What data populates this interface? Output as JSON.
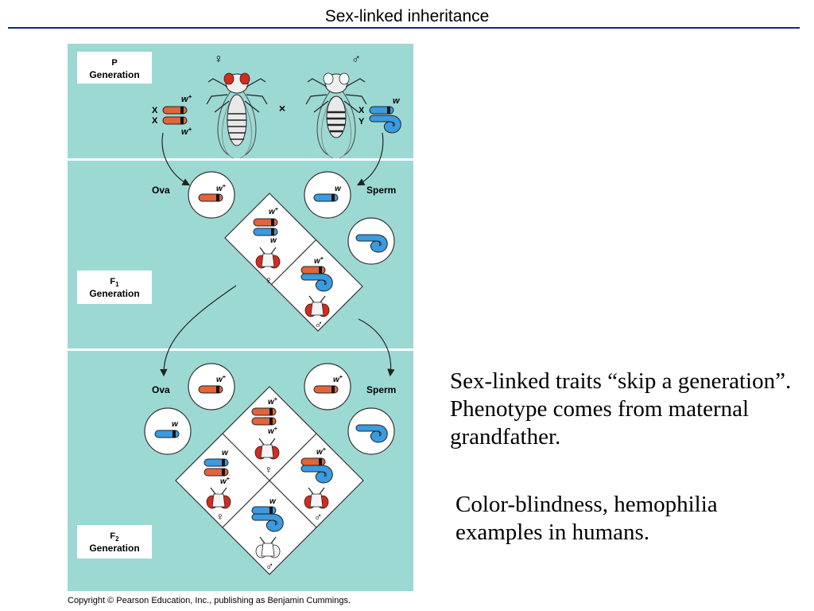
{
  "slide": {
    "title": "Sex-linked inheritance",
    "copyright": "Copyright © Pearson Education, Inc., publishing as Benjamin Cummings."
  },
  "figure": {
    "p_generation": {
      "line1": "P",
      "line2": "Generation"
    },
    "f1_generation": {
      "line1": "F",
      "sub": "1",
      "line2": "Generation"
    },
    "f2_generation": {
      "line1": "F",
      "sub": "2",
      "line2": "Generation"
    },
    "ova_label": "Ova",
    "sperm_label": "Sperm",
    "cross_symbol": "×",
    "female_symbol": "♀",
    "male_symbol": "♂",
    "x_label": "X",
    "y_label": "Y",
    "allele_wildtype": "w",
    "allele_wildtype_sup": "+",
    "allele_mutant": "w",
    "colors": {
      "panel_bg": "#9dd9d3",
      "panel_divider": "#ffffff",
      "x_wildtype": "#e0653a",
      "x_mutant": "#3a9be0",
      "y_chromosome": "#3a9be0",
      "red_eye": "#d62a1e"
    }
  },
  "text": {
    "point1": "Sex-linked traits “skip a generation”.  Phenotype comes from maternal grandfather.",
    "point2": "Color-blindness, hemophilia examples in humans."
  }
}
